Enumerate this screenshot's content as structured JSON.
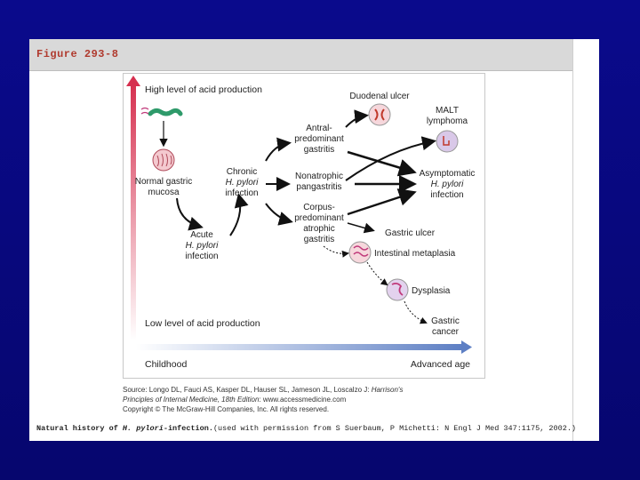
{
  "figure": {
    "title": "Figure 293-8"
  },
  "diagram": {
    "top_axis_label": "High level of acid production",
    "bottom_axis_label": "Low level of acid production",
    "x_start_label": "Childhood",
    "x_end_label": "Advanced age",
    "nodes": {
      "normal_mucosa": [
        "Normal gastric",
        "mucosa"
      ],
      "acute": [
        "Acute",
        "H. pylori",
        "infection"
      ],
      "chronic": [
        "Chronic",
        "H. pylori",
        "infection"
      ],
      "antral": [
        "Antral-",
        "predominant",
        "gastritis"
      ],
      "nonatrophic": [
        "Nonatrophic",
        "pangastritis"
      ],
      "corpus": [
        "Corpus-",
        "predominant",
        "atrophic",
        "gastritis"
      ],
      "duodenal": [
        "Duodenal ulcer"
      ],
      "malt": [
        "MALT",
        "lymphoma"
      ],
      "asymptomatic": [
        "Asymptomatic",
        "H. pylori",
        "infection"
      ],
      "gastric_ulcer": [
        "Gastric ulcer"
      ],
      "metaplasia": [
        "Intestinal metaplasia"
      ],
      "dysplasia": [
        "Dysplasia"
      ],
      "cancer": [
        "Gastric",
        "cancer"
      ]
    }
  },
  "source": {
    "line1_prefix": "Source: Longo DL, Fauci AS, Kasper DL, Hauser SL, Jameson JL, Loscalzo J: ",
    "line1_italic": "Harrison's",
    "line2_italic": "Principles of Internal Medicine, 18th Edition",
    "line2_suffix": ": www.accessmedicine.com",
    "line3": "Copyright © The McGraw-Hill Companies, Inc. All rights reserved."
  },
  "caption": {
    "bold_prefix": "Natural history of ",
    "bold_italic": "H. pylori",
    "bold_suffix": "-infection.",
    "rest": "(used with permission from S Suerbaum, P Michetti: N Engl J Med 347:1175, 2002.)"
  },
  "colors": {
    "background": "#0a0a8c",
    "header_bg": "#d9d9d9",
    "title_red": "#b03a2e",
    "acid_red": "#d6304f",
    "age_blue": "#5d7fc4"
  }
}
